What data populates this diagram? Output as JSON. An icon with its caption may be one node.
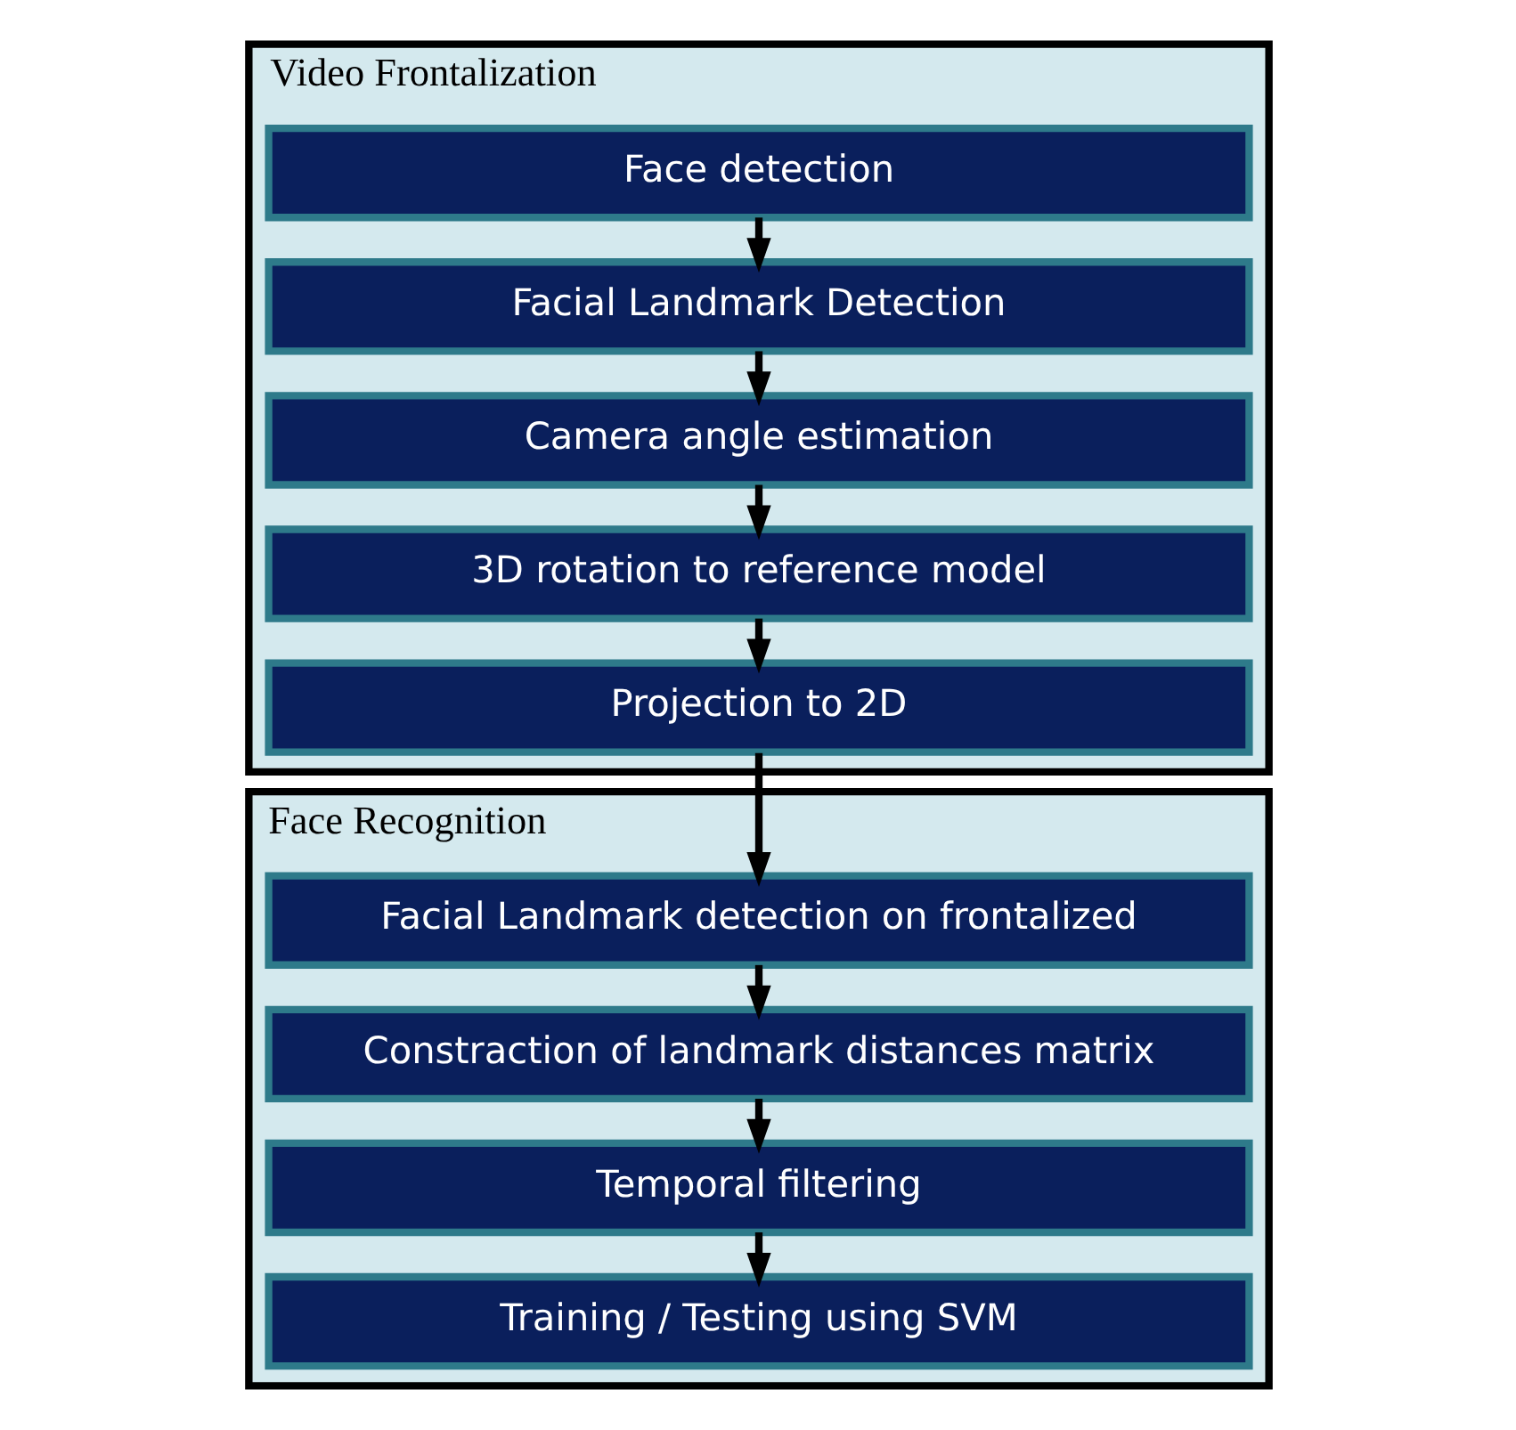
{
  "diagram": {
    "nodes": [
      {
        "text": [
          "Video Frontalization"
        ]
      },
      {
        "text": [
          "Face detection"
        ],
        "in": 0
      },
      {
        "text": [
          "Facial Landmark Detection"
        ],
        "in": 0
      },
      {
        "text": [
          "Camera angle estimation"
        ],
        "in": 0
      },
      {
        "text": [
          "3D rotation to reference model"
        ],
        "in": 0
      },
      {
        "text": [
          "Projection to 2D"
        ],
        "in": 0
      },
      {
        "text": [
          "Face Recognition"
        ]
      },
      {
        "text": [
          "Facial Landmark detection on frontalized"
        ],
        "in": 6
      },
      {
        "text": [
          "Constraction of landmark distances matrix"
        ],
        "in": 6
      },
      {
        "text": [
          "Temporal filtering"
        ],
        "in": 6
      },
      {
        "text": [
          "Training / Testing using SVM"
        ],
        "in": 6
      }
    ],
    "edges": [
      {
        "from": 1,
        "to": 2,
        "arrow": "to"
      },
      {
        "from": 2,
        "to": 3,
        "arrow": "to"
      },
      {
        "from": 3,
        "to": 4,
        "arrow": "to"
      },
      {
        "from": 4,
        "to": 5,
        "arrow": "to"
      },
      {
        "from": 5,
        "to": 7,
        "arrow": "to"
      },
      {
        "from": 7,
        "to": 8,
        "arrow": "to"
      },
      {
        "from": 8,
        "to": 9,
        "arrow": "to"
      },
      {
        "from": 9,
        "to": 10,
        "arrow": "to"
      }
    ]
  }
}
